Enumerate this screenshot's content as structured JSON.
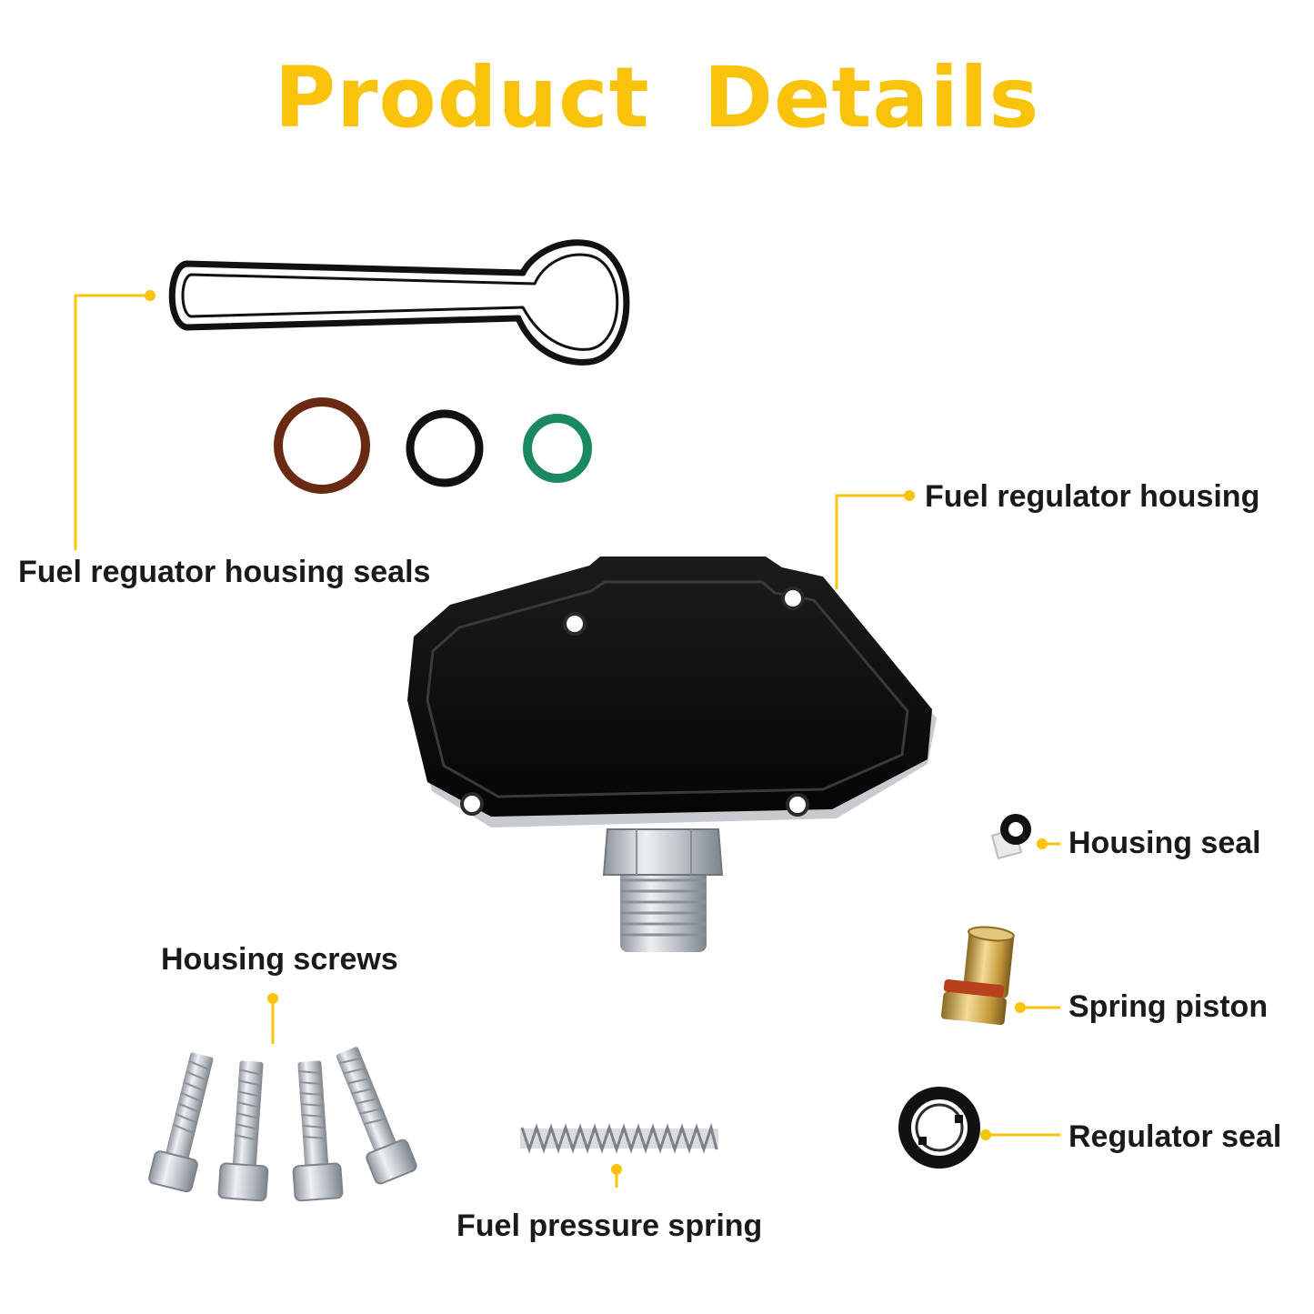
{
  "title": "Product  Details",
  "colors": {
    "accent": "#f9c20b",
    "text": "#1a1a1a",
    "housing": "#0b0b0b",
    "oring_brown": "#6a2a12",
    "oring_black": "#111111",
    "oring_green": "#1a8a5e",
    "metal": "#c9ced3",
    "brass": "#c9a24a"
  },
  "labels": {
    "housing_seals": "Fuel reguator housing seals",
    "regulator_housing": "Fuel regulator housing",
    "housing_seal": "Housing seal",
    "housing_screws": "Housing screws",
    "spring_piston": "Spring piston",
    "regulator_seal": "Regulator seal",
    "pressure_spring": "Fuel pressure spring"
  }
}
